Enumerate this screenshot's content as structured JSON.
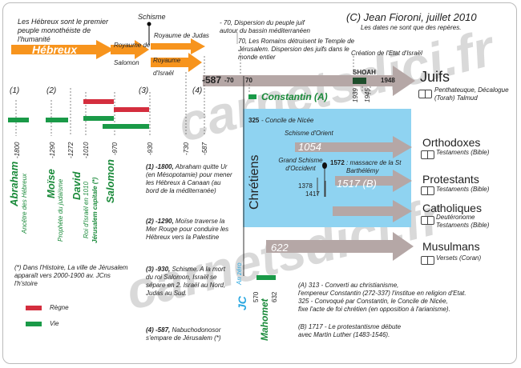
{
  "header": {
    "copyright": "(C) Jean Fioroni, juillet 2010",
    "note": "Les dates ne sont que des repères."
  },
  "intro": "Les Hébreux sont le premier peuple monothéiste de l'humanité",
  "watermark": "carnetsdici.fr",
  "top_labels": {
    "hebreux": "Hébreux",
    "schisme": "Schisme",
    "royaume_salomon": "Royaume de Salomon",
    "royaume_judas": "Royaume de Judas",
    "royaume_israel": "Royaume d'Israël",
    "dispersion70": "- 70, Dispersion du peuple juif autour du bassin méditerranéen",
    "romains70": "70, Les Romains détruisent le Temple de Jérusalem. Dispersion des juifs dans le monde entier",
    "creation_israel": "Création de l'Etat d'Israël",
    "shoah": "SHOAH"
  },
  "markers": [
    "(1)",
    "(2)",
    "(3)",
    "(4)"
  ],
  "timeline": {
    "minus587": "-587",
    "minus70": "-70",
    "plus70": "70",
    "y1939": "1939",
    "y1945": "1945",
    "y1948": "1948"
  },
  "dates": [
    "-1800",
    "-1290",
    "-1272",
    "-1010",
    "-970",
    "-930",
    "-730",
    "-587"
  ],
  "persons": {
    "abraham": "Abraham",
    "abraham_sub": "Ancêtre des Hébreux",
    "moise": "Moïse",
    "moise_sub": "Prophète du judaïsme",
    "david": "David",
    "david_sub": "Roi d'Israël en 1010",
    "david_sub2": "Jérusalem capitale (*)",
    "salomon": "Salomon"
  },
  "religions": {
    "juifs": "Juifs",
    "juifs_texts": "Penthateuque, Décalogue (Torah) Talmud",
    "orthodoxes": "Orthodoxes",
    "orthodoxes_texts": "Testaments (Bible)",
    "protestants": "Protestants",
    "protestants_texts": "Testaments (Bible)",
    "catholiques": "Catholiques",
    "catholiques_texts": "Deutéronome Testaments (Bible)",
    "musulmans": "Musulmans",
    "musulmans_texts": "Versets (Coran)"
  },
  "christian": {
    "constantin": "Constantin (A)",
    "nicee_year": "325",
    "nicee": "- Concile de Nicée",
    "chretiens": "Chrétiens",
    "schisme_orient": "Schisme d'Orient",
    "y1054": "1054",
    "grand_schisme": "Grand Schisme d'Occident",
    "y1378": "1378",
    "y1417": "1417",
    "y1517": "1517 (B)",
    "y1572": "1572",
    "barthelemy": ": massacre de la St Barthélémy",
    "y622": "622",
    "jc": "JC",
    "an_zero": "An zéro",
    "y570": "570",
    "y632": "632",
    "mahomet": "Mahomet"
  },
  "notes": {
    "n1_bold": "(1) -1800,",
    "n1": "Abraham quitte Ur (en Mésopotamie) pour mener les Hébreux à Canaan (au bord de la méditerranée)",
    "n2_bold": "(2) -1290,",
    "n2": "Moïse traverse la Mer Rouge pour conduire les Hébreux vers la Palestine",
    "n3_bold": "(3) -930,",
    "n3": "Schisme. A la mort du roi Salomon, Israël se sépare en 2. Israël au Nord, Judas au Sud.",
    "n4_bold": "(4) -587,",
    "n4": "Nabuchodonosor s'empare de Jérusalem (*)",
    "star": "(*) Dans l'Histoire, La ville de Jérusalem apparaît vers 2000-1900 av. JCns l'h'stoire",
    "noteA_1": "(A) 313 - Converti au christianisme,",
    "noteA_2": "l'empereur Constantin (272-337) l'institue en religion d'Etat.",
    "noteA_3": "325 - Convoqué par Constantin, le Concile de Nicée,",
    "noteA_4": "fixe l'acte de foi chrétien (en opposition à l'arianisme).",
    "noteB_1": "(B) 1717 - Le protestantisme débute",
    "noteB_2": "avec Martin Luther (1483-1546)."
  },
  "legend": {
    "regne": "Règne",
    "vie": "Vie"
  },
  "colors": {
    "orange": "#f7941d",
    "grey_arrow": "#b5a7a6",
    "blue_box": "#8fd3f1",
    "green": "#1a9a48",
    "red": "#d42e3e",
    "dark_green": "#1e4d2b"
  }
}
